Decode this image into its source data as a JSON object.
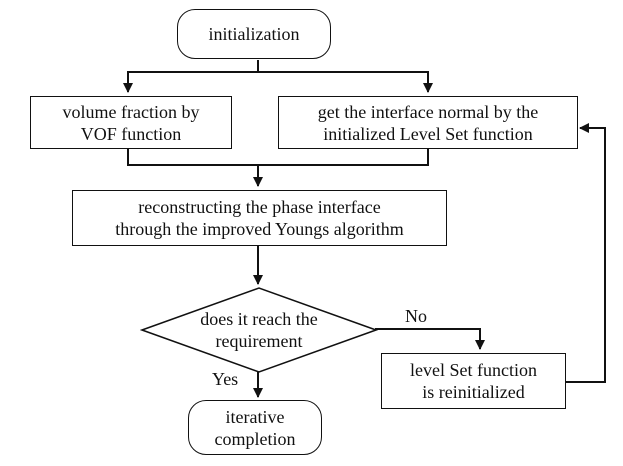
{
  "nodes": {
    "initialization": {
      "lines": [
        "initialization"
      ]
    },
    "volume_fraction": {
      "lines": [
        "volume fraction by",
        "VOF function"
      ]
    },
    "interface_normal": {
      "lines": [
        "get the interface normal by the",
        "initialized Level Set function"
      ]
    },
    "reconstructing": {
      "lines": [
        "reconstructing the phase interface",
        "through the improved Youngs algorithm"
      ]
    },
    "decision": {
      "lines": [
        "does it reach the",
        "requirement"
      ]
    },
    "level_set_reinit": {
      "lines": [
        "level Set function",
        "is reinitialized"
      ]
    },
    "iterative_completion": {
      "lines": [
        "iterative",
        "completion"
      ]
    }
  },
  "edges": {
    "no_label": "No",
    "yes_label": "Yes"
  },
  "colors": {
    "stroke": "#111111",
    "background": "#ffffff"
  }
}
